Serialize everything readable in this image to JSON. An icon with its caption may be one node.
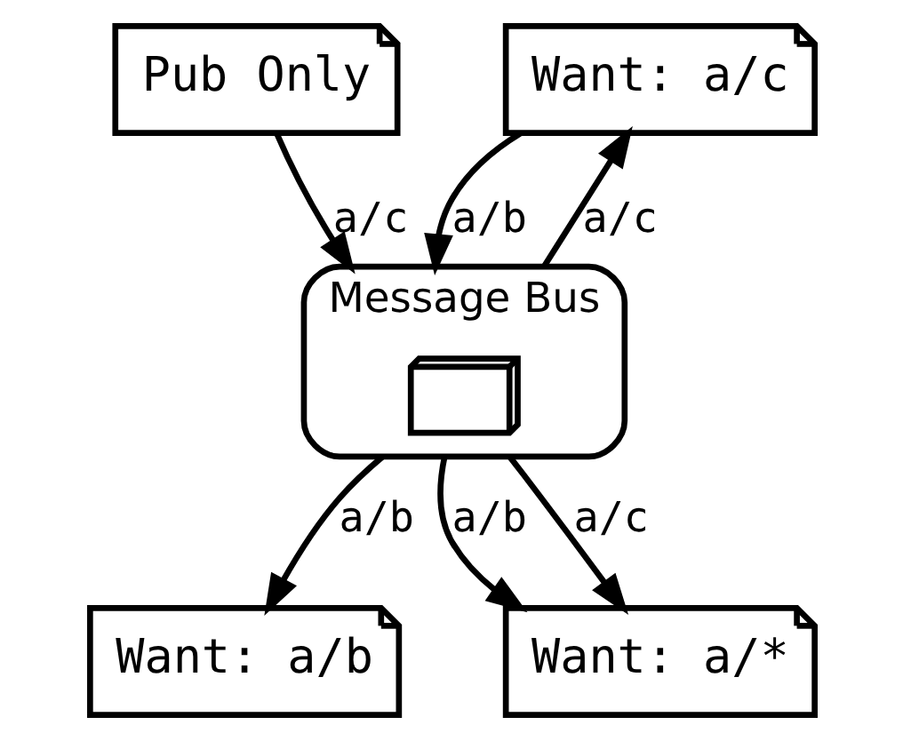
{
  "diagram": {
    "nodes": [
      {
        "text": [
          "Pub Only"
        ]
      },
      {
        "text": [
          "Want: a/c"
        ]
      },
      {
        "text": [
          "Message Bus"
        ]
      },
      {
        "text": [
          "Want: a/b"
        ]
      },
      {
        "text": [
          "Want: a/*"
        ]
      },
      {
        "text": [],
        "shape": "box",
        "in": 2
      }
    ],
    "edges": [
      {
        "from": 0,
        "to": 2,
        "arrow": "to",
        "label": "a/c"
      },
      {
        "from": 1,
        "to": 2,
        "arrow": "to",
        "label": "a/b"
      },
      {
        "from": 2,
        "to": 1,
        "arrow": "to",
        "label": "a/c"
      },
      {
        "from": 2,
        "to": 3,
        "arrow": "to",
        "label": "a/b"
      },
      {
        "from": 2,
        "to": 4,
        "arrow": "to",
        "label": "a/b"
      },
      {
        "from": 2,
        "to": 4,
        "arrow": "to",
        "label": "a/c"
      }
    ]
  }
}
